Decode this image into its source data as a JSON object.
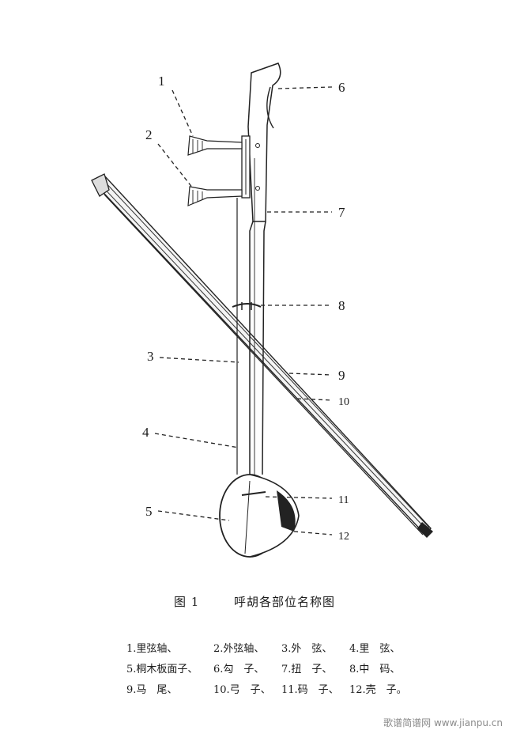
{
  "figure": {
    "number": "图 1",
    "title": "呼胡各部位名称图"
  },
  "callouts": [
    "1",
    "2",
    "3",
    "4",
    "5",
    "6",
    "7",
    "8",
    "9",
    "10",
    "11",
    "12"
  ],
  "legend": {
    "rows": [
      [
        "1.里弦轴、",
        "2.外弦轴、",
        "3.外　弦、",
        "4.里　弦、"
      ],
      [
        "5.桐木板面子、",
        "6.勾　子、",
        "7.扭　子、",
        "8.中　码、"
      ],
      [
        "9.马　尾、",
        "10.弓　子、",
        "11.码　子、",
        "12.壳　子。"
      ]
    ]
  },
  "watermark": "歌谱简谱网 www.jianpu.cn"
}
